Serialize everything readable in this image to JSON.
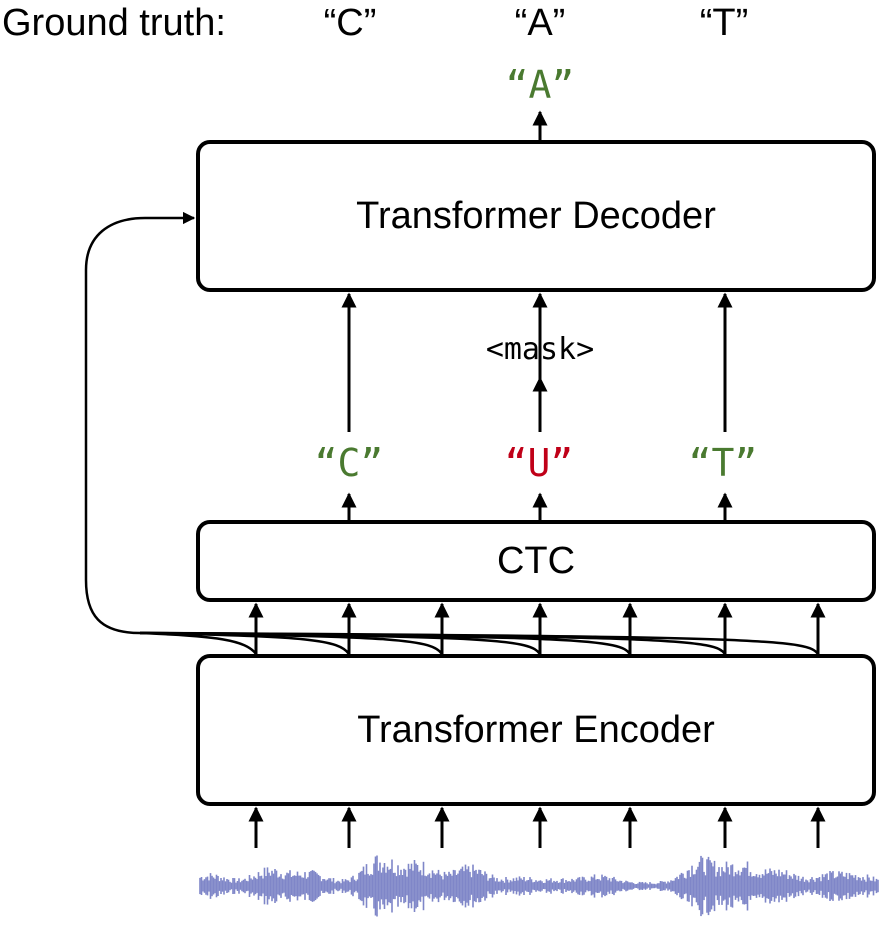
{
  "ground_truth": {
    "label": "Ground truth:",
    "tokens": [
      "“C”",
      "“A”",
      "“T”"
    ]
  },
  "decoder": {
    "label": "Transformer Decoder",
    "output_token": "“A”",
    "output_color": "#4a7a30"
  },
  "mask_label": "<mask>",
  "ctc": {
    "label": "CTC",
    "tokens": [
      {
        "text": "“C”",
        "color": "#4a7a30"
      },
      {
        "text": "“U”",
        "color": "#c00018"
      },
      {
        "text": "“T”",
        "color": "#4a7a30"
      }
    ]
  },
  "encoder": {
    "label": "Transformer Encoder"
  },
  "colors": {
    "correct": "#4a7a30",
    "error": "#c00018",
    "waveform": "#7f86c8"
  }
}
